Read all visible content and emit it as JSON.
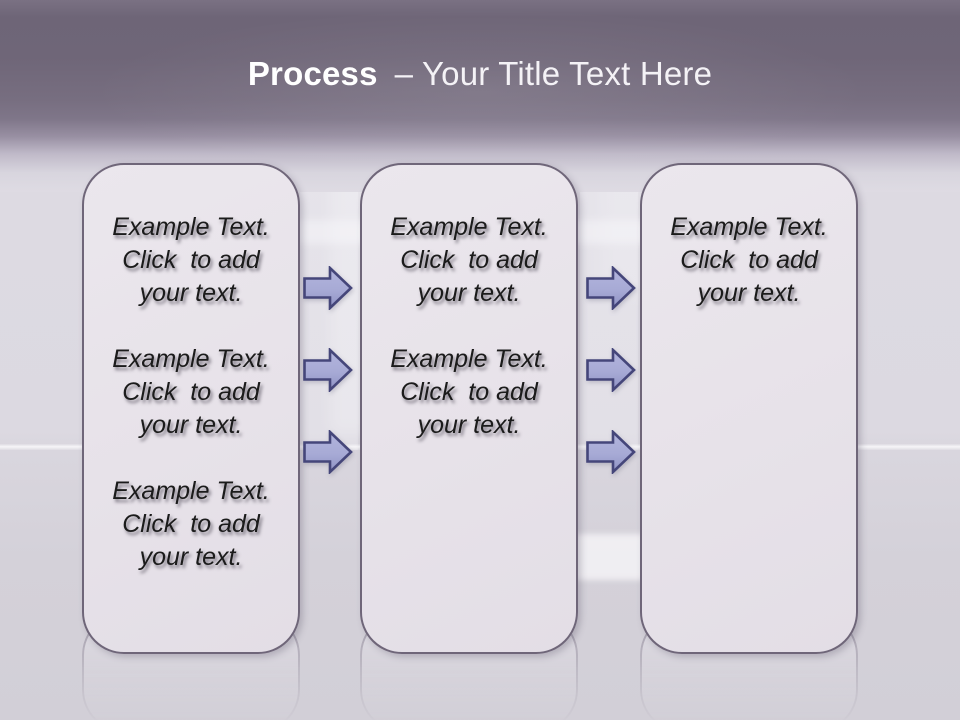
{
  "title": {
    "bold": "Process",
    "rest": "– Your Title Text Here"
  },
  "boxes": [
    {
      "paragraphs": [
        "Example Text.\nClick  to add\nyour text.",
        "Example Text.\nClick  to add\nyour text.",
        "Example Text.\nClick  to add\nyour text."
      ]
    },
    {
      "paragraphs": [
        "Example Text.\nClick  to add\nyour text.",
        "Example Text.\nClick  to add\nyour text."
      ]
    },
    {
      "paragraphs": [
        "Example Text.\nClick  to add\nyour text."
      ]
    }
  ],
  "arrows": {
    "icon": "right-arrow-icon",
    "direction": "right",
    "columns": 2,
    "per_column": 3
  },
  "colors": {
    "header_purple": "#6e6577",
    "background": "#dcd9e1",
    "panel_fill": "#e7e2e9",
    "panel_border": "#6f6679",
    "arrow_fill": "#abaed9",
    "arrow_fill_dark": "#9093c6",
    "arrow_border": "#45467a",
    "title_text": "#ffffff",
    "body_text": "#1b1b1b"
  }
}
